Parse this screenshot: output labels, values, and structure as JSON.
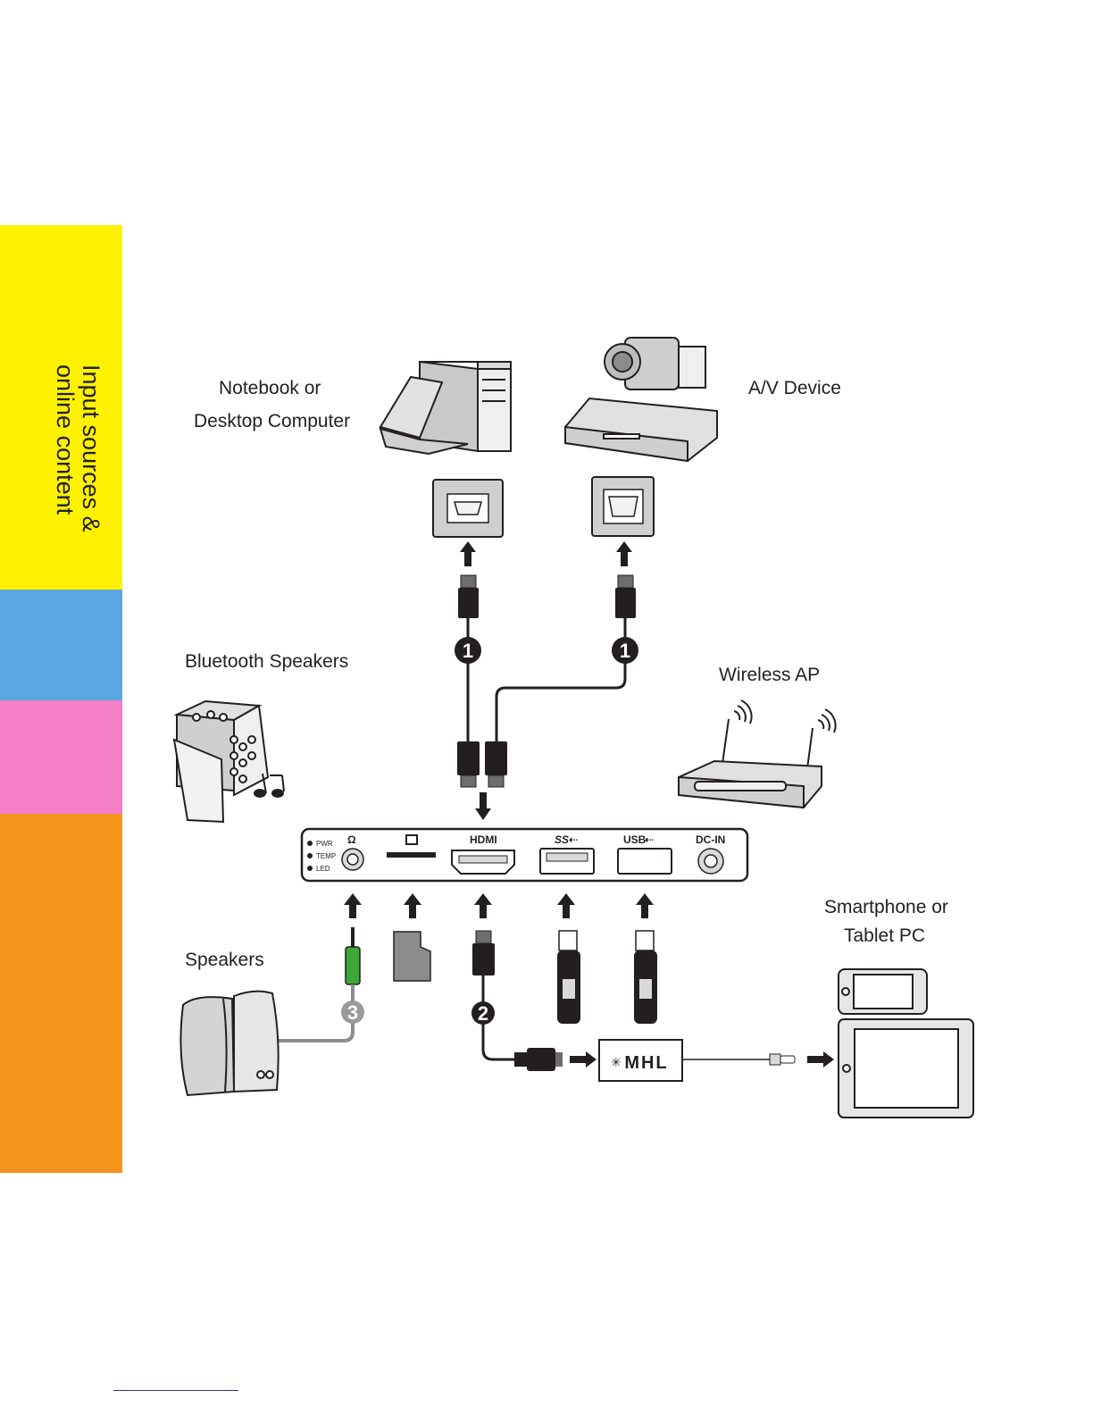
{
  "tab": {
    "title": "Input sources &\nonline content"
  },
  "labels": {
    "computer": [
      "Notebook or",
      "Desktop Computer"
    ],
    "av_device": "A/V Device",
    "bluetooth_speakers": "Bluetooth Speakers",
    "wireless_ap": "Wireless AP",
    "speakers": "Speakers",
    "smartphone": [
      "Smartphone or",
      "Tablet PC"
    ]
  },
  "panel": {
    "indicators": [
      "PWR",
      "TEMP",
      "LED"
    ],
    "ports": [
      "HDMI",
      "USB",
      "DC-IN"
    ]
  },
  "badges": [
    "1",
    "1",
    "2",
    "3"
  ],
  "mhl": "MHL",
  "colors": {
    "yellow": "#fff200",
    "blue": "#5ba7e0",
    "pink": "#f47fc6",
    "orange": "#f7941d",
    "green": "#3aa935"
  }
}
